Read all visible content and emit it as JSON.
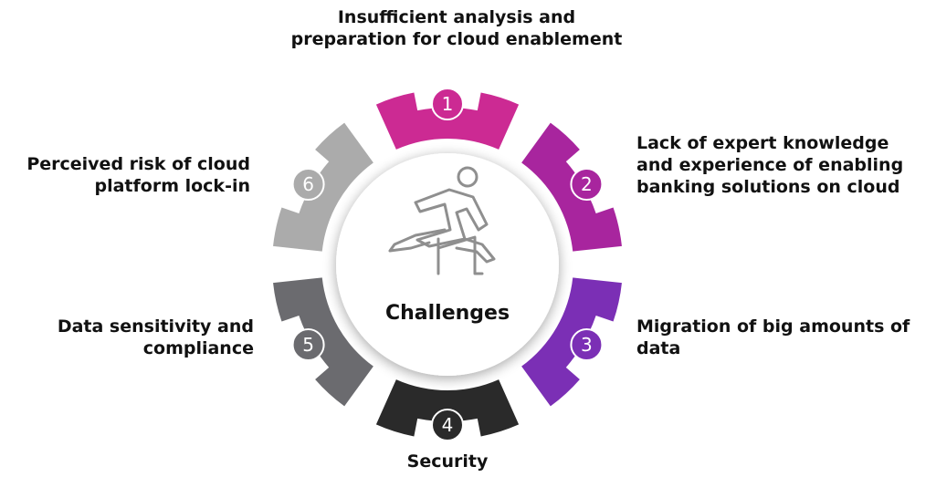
{
  "center_label": "Challenges",
  "challenges": [
    {
      "number": "1",
      "lines": [
        "Insufficient analysis and",
        "preparation for cloud enablement"
      ],
      "color": "#cc2a93"
    },
    {
      "number": "2",
      "lines": [
        "Lack of expert knowledge",
        "and experience of enabling",
        "banking solutions on cloud"
      ],
      "color": "#a8259e"
    },
    {
      "number": "3",
      "lines": [
        "Migration of big amounts of",
        "data"
      ],
      "color": "#7b2fb5"
    },
    {
      "number": "4",
      "lines": [
        "Security"
      ],
      "color": "#2a2a2a"
    },
    {
      "number": "5",
      "lines": [
        "Data sensitivity and",
        "compliance"
      ],
      "color": "#6b6b6f"
    },
    {
      "number": "6",
      "lines": [
        "Perceived risk of cloud",
        "platform lock-in"
      ],
      "color": "#ababab"
    }
  ],
  "icons": {
    "center": "hurdle-jumper-icon"
  }
}
